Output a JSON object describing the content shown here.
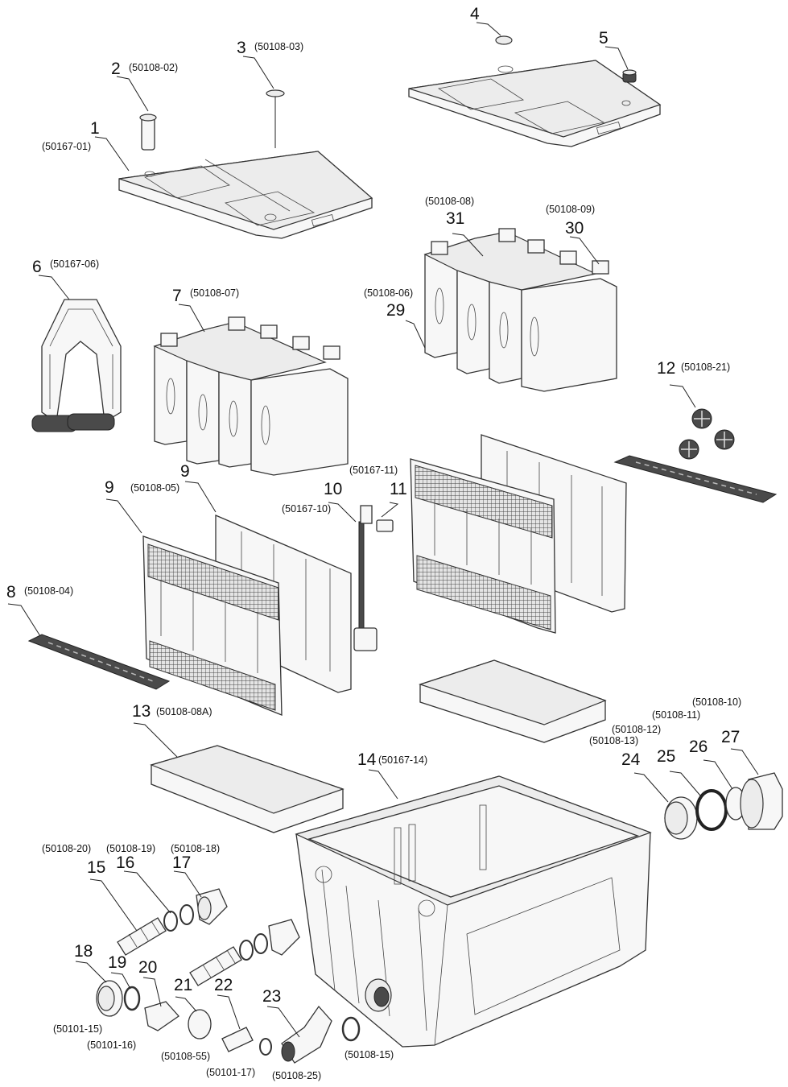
{
  "callouts": [
    {
      "num": "1",
      "code": "(50167-01)"
    },
    {
      "num": "2",
      "code": "(50108-02)"
    },
    {
      "num": "3",
      "code": "(50108-03)"
    },
    {
      "num": "4",
      "code": ""
    },
    {
      "num": "5",
      "code": ""
    },
    {
      "num": "6",
      "code": "(50167-06)"
    },
    {
      "num": "7",
      "code": "(50108-07)"
    },
    {
      "num": "31",
      "code": "(50108-08)"
    },
    {
      "num": "30",
      "code": "(50108-09)"
    },
    {
      "num": "29",
      "code": "(50108-06)"
    },
    {
      "num": "12",
      "code": "(50108-21)"
    },
    {
      "num": "9",
      "code": "(50108-05)"
    },
    {
      "num": "9",
      "code": ""
    },
    {
      "num": "10",
      "code": "(50167-10)"
    },
    {
      "num": "11",
      "code": "(50167-11)"
    },
    {
      "num": "8",
      "code": "(50108-04)"
    },
    {
      "num": "13",
      "code": "(50108-08A)"
    },
    {
      "num": "14",
      "code": "(50167-14)"
    },
    {
      "num": "24",
      "code": "(50108-13)"
    },
    {
      "num": "25",
      "code": "(50108-12)"
    },
    {
      "num": "26",
      "code": "(50108-11)"
    },
    {
      "num": "27",
      "code": "(50108-10)"
    },
    {
      "num": "15",
      "code": "(50108-20)"
    },
    {
      "num": "16",
      "code": "(50108-19)"
    },
    {
      "num": "17",
      "code": "(50108-18)"
    },
    {
      "num": "18",
      "code": "(50101-15)"
    },
    {
      "num": "19",
      "code": "(50101-16)"
    },
    {
      "num": "20",
      "code": ""
    },
    {
      "num": "21",
      "code": "(50108-55)"
    },
    {
      "num": "22",
      "code": "(50101-17)"
    },
    {
      "num": "23",
      "code": "(50108-25)"
    },
    {
      "num": "",
      "code": "(50108-15)"
    }
  ]
}
